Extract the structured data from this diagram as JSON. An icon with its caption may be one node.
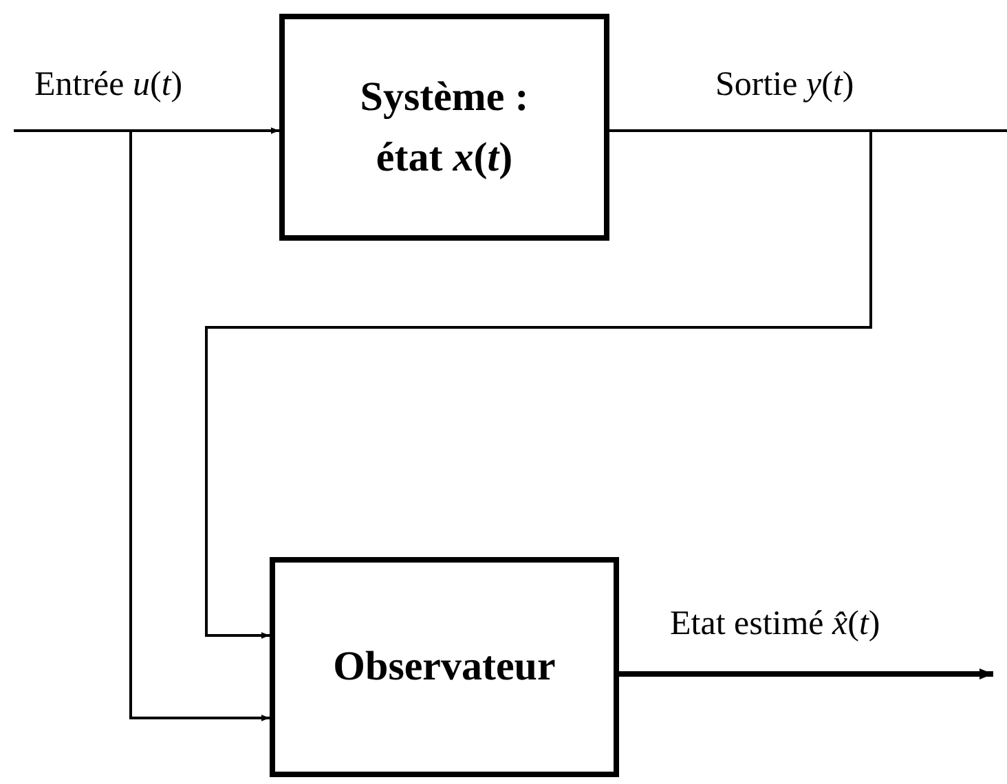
{
  "diagram": {
    "nodes": [
      {
        "text": [
          "Système : état *x*(*t*)"
        ]
      },
      {
        "text": [
          "Observateur"
        ]
      }
    ],
    "edges": [
      {
        "from": null,
        "to": 0,
        "arrow": "to",
        "label": "Entrée *u*(*t*)"
      },
      {
        "from": null,
        "to": 1,
        "arrow": "to"
      },
      {
        "from": 0,
        "to": null,
        "arrow": "none",
        "label": "Sortie *y*(*t*)"
      },
      {
        "from": 0,
        "to": 1,
        "arrow": "to"
      },
      {
        "from": 1,
        "to": null,
        "arrow": "to",
        "style": "thick",
        "label": "Etat estimé *x̂*(*t*)"
      }
    ]
  }
}
